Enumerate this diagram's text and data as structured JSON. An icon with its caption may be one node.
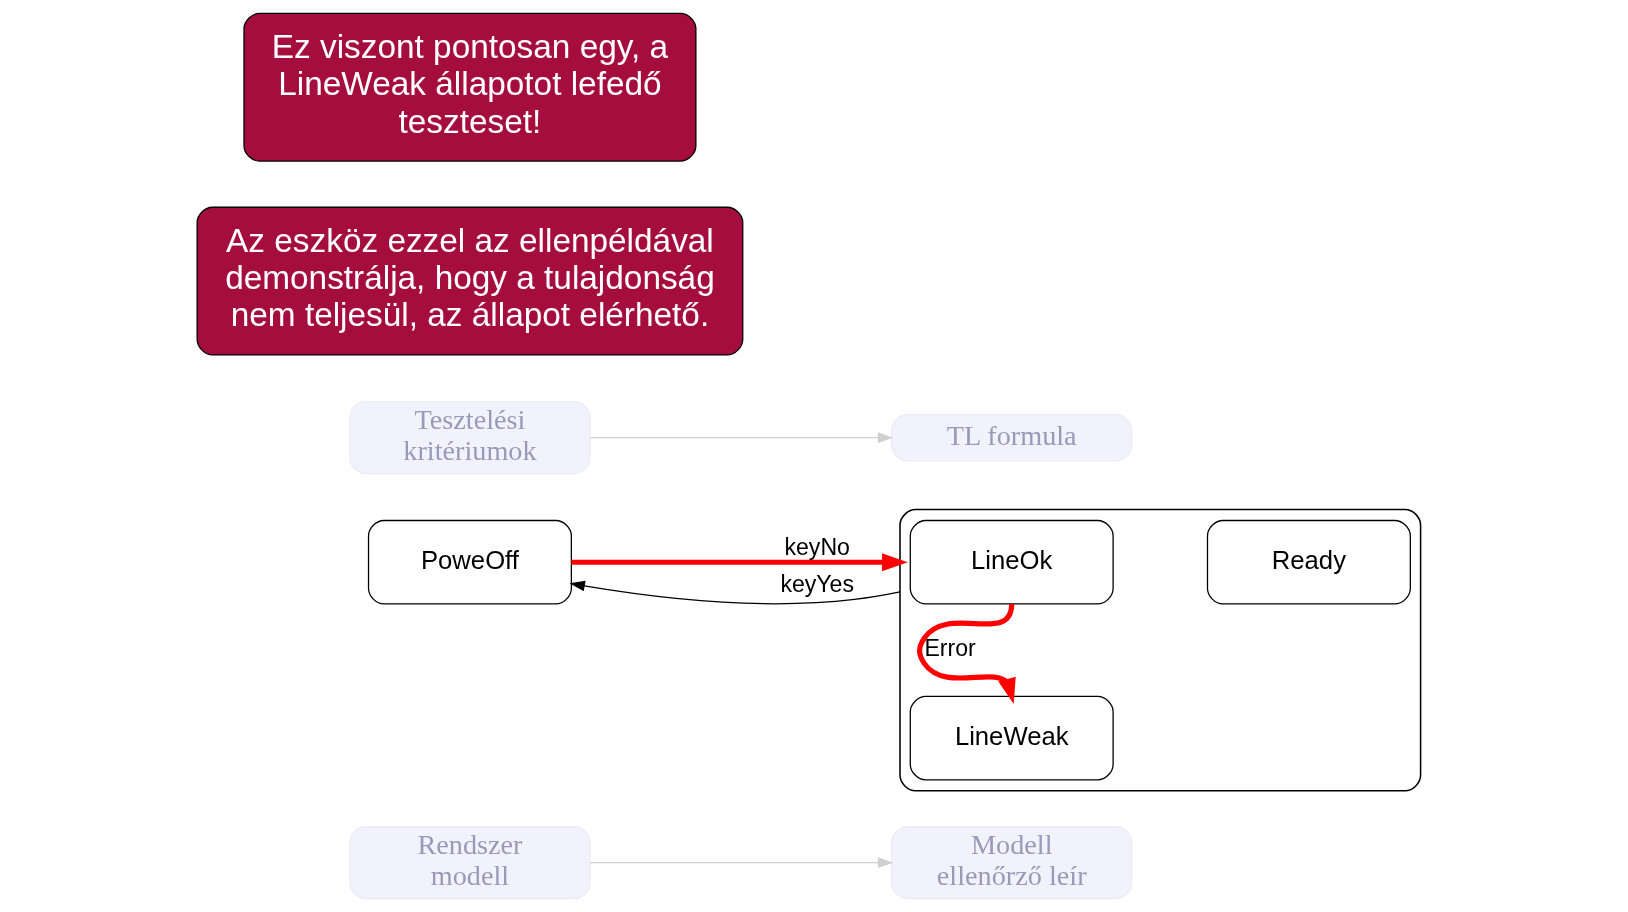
{
  "diagram": {
    "nodes": [
      {
        "text": [
          "Rendszer modell"
        ]
      },
      {
        "text": [
          "Modell ellenőrző leír"
        ]
      },
      {
        "text": [
          "PoweOff"
        ]
      },
      {
        "text": [],
        "shape": "box"
      },
      {
        "text": [
          "LineOk"
        ],
        "in": 3
      },
      {
        "text": [
          "LineWeak"
        ],
        "in": 3
      },
      {
        "text": [
          "Ready"
        ],
        "in": 3
      },
      {
        "text": [
          "Tesztelési kritériumok"
        ]
      },
      {
        "text": [
          "TL formula"
        ]
      },
      {
        "text": [
          "Az eszköz ezzel az ellenpéldával demonstrálja, hogy a tulajdonság nem teljesül, az állapot elérhető."
        ]
      },
      {
        "text": [
          "Ez viszont pontosan egy, a LineWeak állapotot lefedő teszteset!"
        ]
      }
    ],
    "edges": [
      {
        "from": 0,
        "to": 1,
        "arrow": "to",
        "color": "#d0d0d0"
      },
      {
        "from": 7,
        "to": 8,
        "arrow": "to",
        "color": "#d0d0d0"
      },
      {
        "from": 2,
        "to": 3,
        "arrow": "to",
        "label": "keyNo",
        "style": "thick",
        "color": "#ff0000"
      },
      {
        "from": 3,
        "to": 2,
        "arrow": "to",
        "label": "keyYes",
        "color": "#000000"
      },
      {
        "from": 4,
        "to": 5,
        "arrow": "to",
        "label": "Error",
        "style": "thick",
        "color": "#ff0000"
      }
    ]
  }
}
